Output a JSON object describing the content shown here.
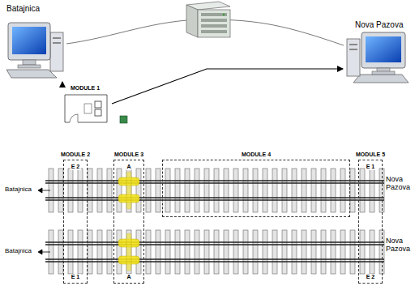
{
  "diagram": {
    "nodes": [
      {
        "text": [
          "Batajnica"
        ]
      },
      {
        "text": [
          "Nova Pazova"
        ]
      },
      {
        "text": [
          "MODULE 1"
        ]
      },
      {
        "text": [
          "MODULE 2",
          "E 2",
          "E 1"
        ]
      },
      {
        "text": [
          "MODULE 3",
          "A",
          "A"
        ]
      },
      {
        "text": [
          "MODULE 4"
        ]
      },
      {
        "text": [
          "MODULE 5",
          "E 1",
          "E 2"
        ]
      }
    ],
    "edges": [
      {
        "from": 0,
        "to": 1,
        "arrow": "none"
      },
      {
        "from": 2,
        "to": 0,
        "arrow": "to"
      },
      {
        "from": 2,
        "to": 1,
        "arrow": "to"
      }
    ],
    "labels": [
      "Batajnica",
      "Nova Pazova",
      "Batajnica",
      "Nova Pazova"
    ]
  }
}
